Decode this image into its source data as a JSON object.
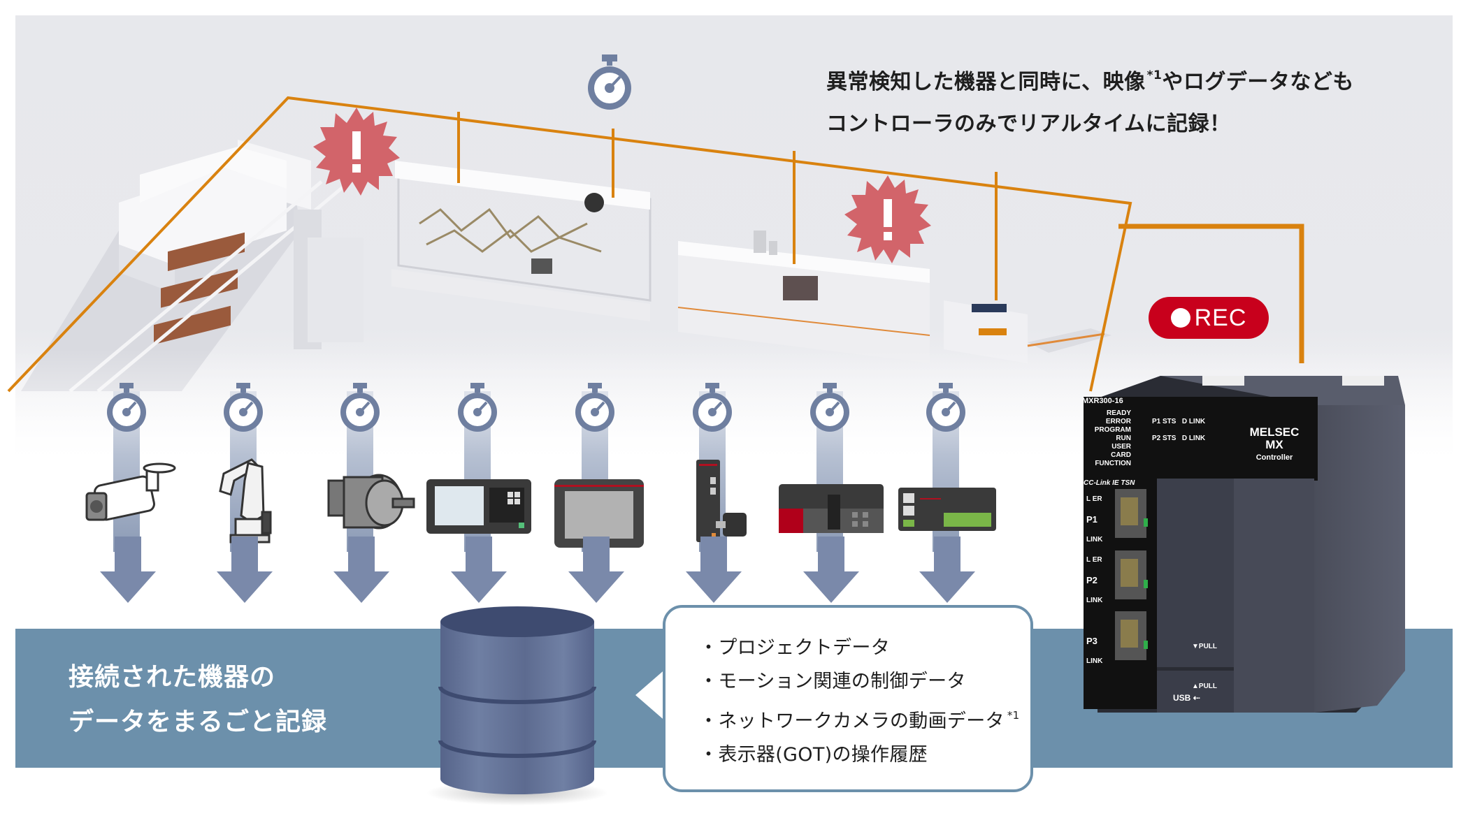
{
  "headline": {
    "line1_prefix": "異常検知した機器と同時に、映像",
    "line1_note": "*1",
    "line1_suffix": "やログデータなども",
    "line2": "コントローラのみでリアルタイムに記録！"
  },
  "rec_badge": {
    "label": "REC",
    "color": "#c8001c"
  },
  "alerts": [
    {
      "icon": "alert-burst-icon",
      "symbol": "!"
    },
    {
      "icon": "alert-burst-icon",
      "symbol": "!"
    }
  ],
  "devices": [
    {
      "name": "network-camera",
      "icon": "network-camera-icon"
    },
    {
      "name": "robot-arm",
      "icon": "robot-arm-icon"
    },
    {
      "name": "motor",
      "icon": "motor-icon"
    },
    {
      "name": "cnc-panel",
      "icon": "cnc-panel-icon"
    },
    {
      "name": "hmi-display",
      "icon": "hmi-display-icon"
    },
    {
      "name": "servo-amplifier",
      "icon": "servo-amplifier-icon"
    },
    {
      "name": "plc-unit",
      "icon": "plc-unit-icon"
    },
    {
      "name": "io-module",
      "icon": "io-module-icon"
    }
  ],
  "band": {
    "title_line1": "接続された機器の",
    "title_line2": "データをまるごと記録",
    "color": "#6c90ab"
  },
  "bubble": {
    "items": [
      {
        "text": "プロジェクトデータ",
        "note": ""
      },
      {
        "text": "モーション関連の制御データ",
        "note": ""
      },
      {
        "text": "ネットワークカメラの動画データ",
        "note": "*1"
      },
      {
        "text": "表示器(GOT)の操作履歴",
        "note": ""
      }
    ]
  },
  "controller": {
    "model": "MXR300-16",
    "brand": "MELSEC",
    "series": "MX",
    "type": "Controller",
    "leds": [
      "READY",
      "ERROR",
      "PROGRAM RUN",
      "USER",
      "CARD",
      "FUNCTION"
    ],
    "port_leds": [
      {
        "port": "P1",
        "sts": "STS",
        "link": "D LINK"
      },
      {
        "port": "P2",
        "sts": "STS",
        "link": "D LINK"
      }
    ],
    "network": "CC-Link IE TSN",
    "ports": [
      {
        "label": "P1",
        "top": "L ER",
        "bottom": "LINK"
      },
      {
        "label": "P2",
        "top": "L ER",
        "bottom": "LINK"
      },
      {
        "label": "P3",
        "top": "",
        "bottom": "LINK"
      }
    ],
    "pull_top": "▼PULL",
    "pull_bottom": "▲PULL",
    "usb": "USB"
  },
  "colors": {
    "network_line": "#d9820f",
    "stopwatch": "#6f7fa0",
    "arrow": "#7a89aa",
    "alert": "#d2646a",
    "database": "#5e6d92"
  }
}
